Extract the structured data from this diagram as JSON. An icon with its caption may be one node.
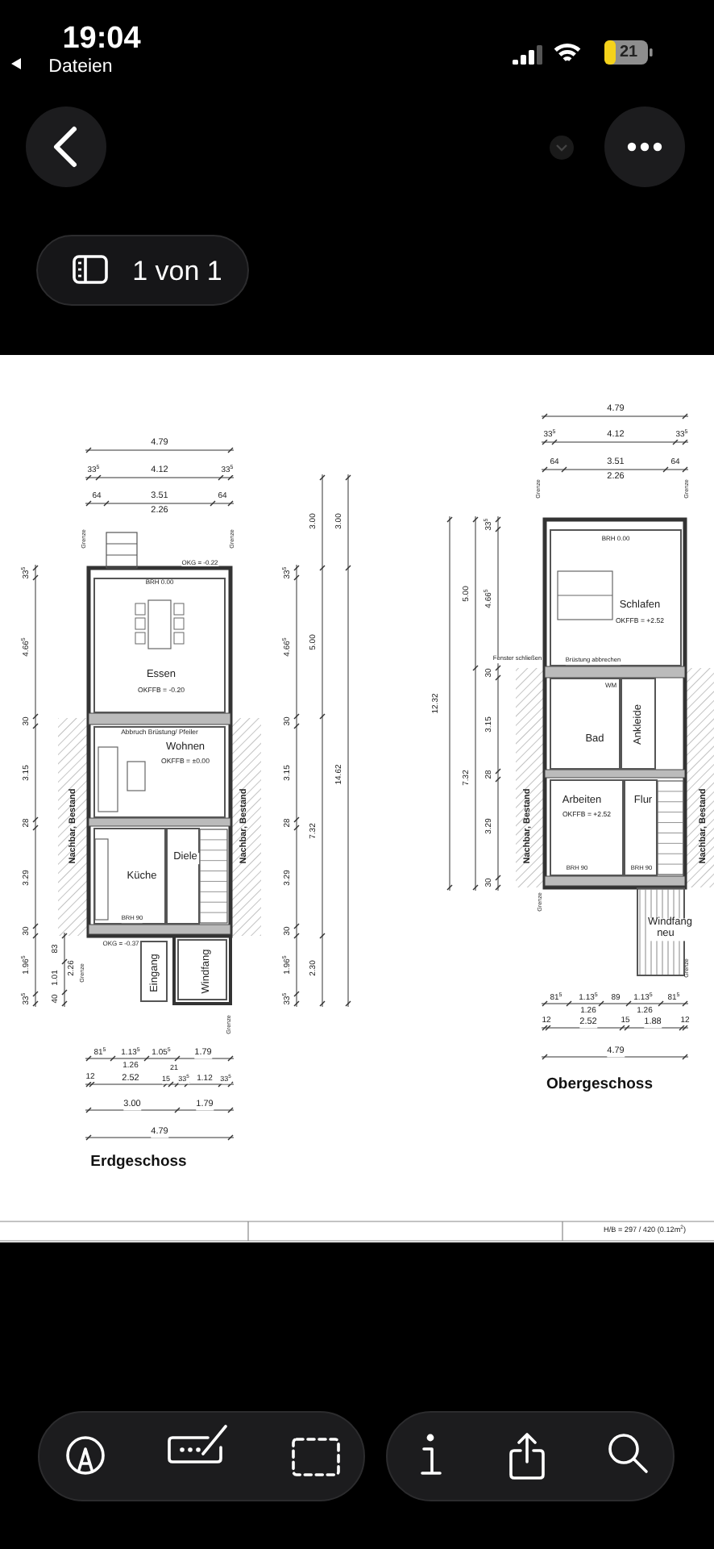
{
  "diagram": {
    "nodes": [
      {
        "text": [
          "Essen",
          "OKFFB = -0.20"
        ]
      },
      {
        "text": [
          "Wohnen",
          "OKFFB = ±0.00"
        ]
      },
      {
        "text": [
          "Küche"
        ]
      },
      {
        "text": [
          "Diele"
        ]
      },
      {
        "text": [
          "Eingang"
        ]
      },
      {
        "text": [
          "Windfang"
        ]
      },
      {
        "text": [
          "Schlafen",
          "OKFFB = +2.52"
        ]
      },
      {
        "text": [
          "Bad"
        ]
      },
      {
        "text": [
          "Ankleide"
        ]
      },
      {
        "text": [
          "Arbeiten",
          "OKFFB = +2.52"
        ]
      },
      {
        "text": [
          "Flur"
        ]
      },
      {
        "text": [
          "Windfang neu"
        ]
      }
    ],
    "labels": [
      "19:04",
      "Dateien",
      "21",
      "1 von 1",
      "4.79",
      "33$^{5}$",
      "4.12",
      "33$^{5}$",
      "64",
      "3.51",
      "64",
      "2.26",
      "4.79",
      "33$^{5}$",
      "4.12",
      "33$^{5}$",
      "64",
      "3.51",
      "64",
      "2.26",
      "Grenze",
      "Grenze",
      "OKG = -0.22",
      "BRH 0.00",
      "Abbruch Brüstung/ Pfeiler",
      "Nachbar, Bestand",
      "Nachbar, Bestand",
      "BRH 90",
      "OKG = -0.37",
      "Grenze",
      "Grenze",
      "33$^{5}$",
      "4.66$^{5}$",
      "30",
      "3.15",
      "28",
      "3.29",
      "30",
      "1.96$^{5}$",
      "33$^{5}$",
      "83",
      "1.01",
      "40",
      "2.26",
      "33$^{5}$",
      "4.66$^{5}$",
      "30",
      "3.15",
      "28",
      "3.29",
      "30",
      "1.96$^{5}$",
      "33$^{5}$",
      "3.00",
      "5.00",
      "7.32",
      "2.30",
      "3.00",
      "14.62",
      "81$^{5}$",
      "1.13$^{5}$",
      "1.05$^{5}$",
      "1.79",
      "1.26",
      "12",
      "2.52",
      "15",
      "21",
      "33$^{5}$",
      "1.12",
      "33$^{5}$",
      "3.00",
      "1.79",
      "4.79",
      "Erdgeschoss",
      "Grenze",
      "Grenze",
      "BRH 0.00",
      "Fenster schließen",
      "Brüstung abbrechen",
      "WM",
      "Nachbar, Bestand",
      "Nachbar, Bestand",
      "BRH 90",
      "BRH 90",
      "Grenze",
      "Grenze",
      "12.32",
      "5.00",
      "7.32",
      "33$^{5}$",
      "4.66$^{5}$",
      "30",
      "3.15",
      "28",
      "3.29",
      "30",
      "81$^{5}$",
      "1.13$^{5}$",
      "89",
      "1.13$^{5}$",
      "81$^{5}$",
      "1.26",
      "1.26",
      "12",
      "2.52",
      "15",
      "1.88",
      "12",
      "4.79",
      "Obergeschoss",
      "H/B = 297 / 420 (0.12m$^{2}$)"
    ]
  }
}
